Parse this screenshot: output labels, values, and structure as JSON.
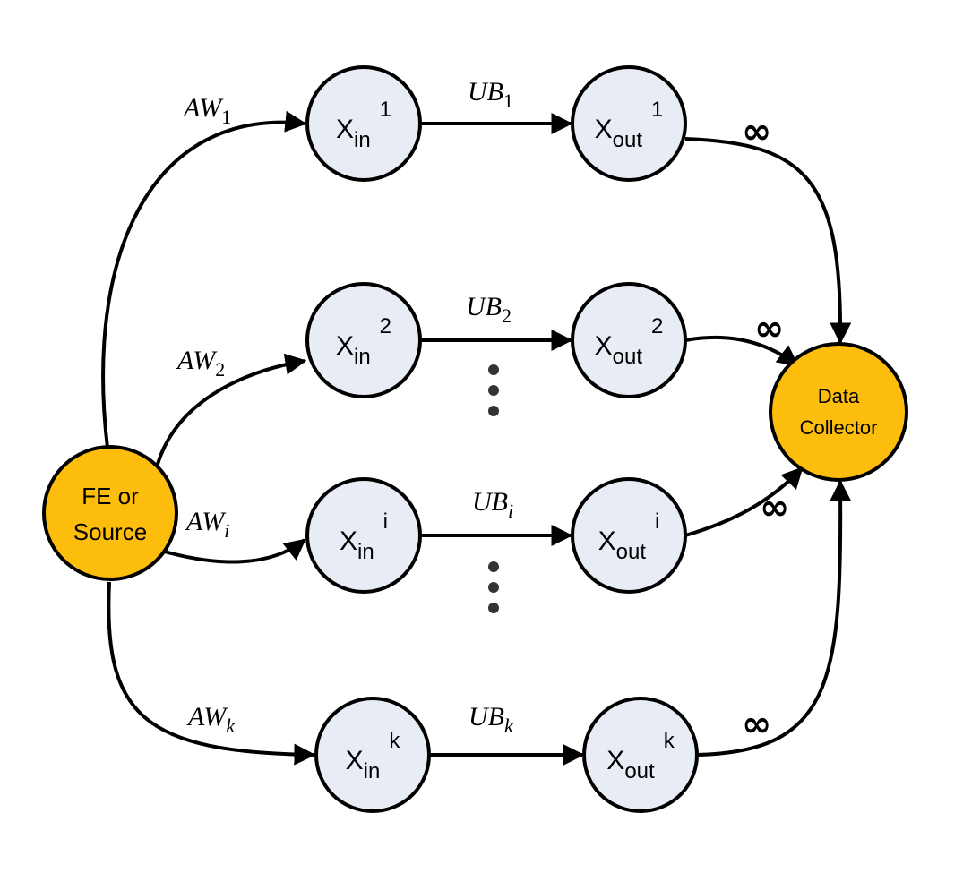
{
  "source": {
    "line1": "FE or",
    "line2": "Source",
    "fill": "#fdbd0d"
  },
  "collector": {
    "line1": "Data",
    "line2": "Collector",
    "fill": "#fdbd0d"
  },
  "node_fill": "#e8ecf4",
  "rows": [
    {
      "in_base": "X",
      "in_sub": "in",
      "in_sup": "1",
      "out_base": "X",
      "out_sub": "out",
      "out_sup": "1",
      "aw_base": "AW",
      "aw_sub": "1",
      "ub_base": "UB",
      "ub_sub": "1",
      "inf": "∞"
    },
    {
      "in_base": "X",
      "in_sub": "in",
      "in_sup": "2",
      "out_base": "X",
      "out_sub": "out",
      "out_sup": "2",
      "aw_base": "AW",
      "aw_sub": "2",
      "ub_base": "UB",
      "ub_sub": "2",
      "inf": "∞"
    },
    {
      "in_base": "X",
      "in_sub": "in",
      "in_sup": "i",
      "out_base": "X",
      "out_sub": "out",
      "out_sup": "i",
      "aw_base": "AW",
      "aw_sub": "i",
      "ub_base": "UB",
      "ub_sub": "i",
      "inf": "∞"
    },
    {
      "in_base": "X",
      "in_sub": "in",
      "in_sup": "k",
      "out_base": "X",
      "out_sub": "out",
      "out_sup": "k",
      "aw_base": "AW",
      "aw_sub": "k",
      "ub_base": "UB",
      "ub_sub": "k",
      "inf": "∞"
    }
  ]
}
